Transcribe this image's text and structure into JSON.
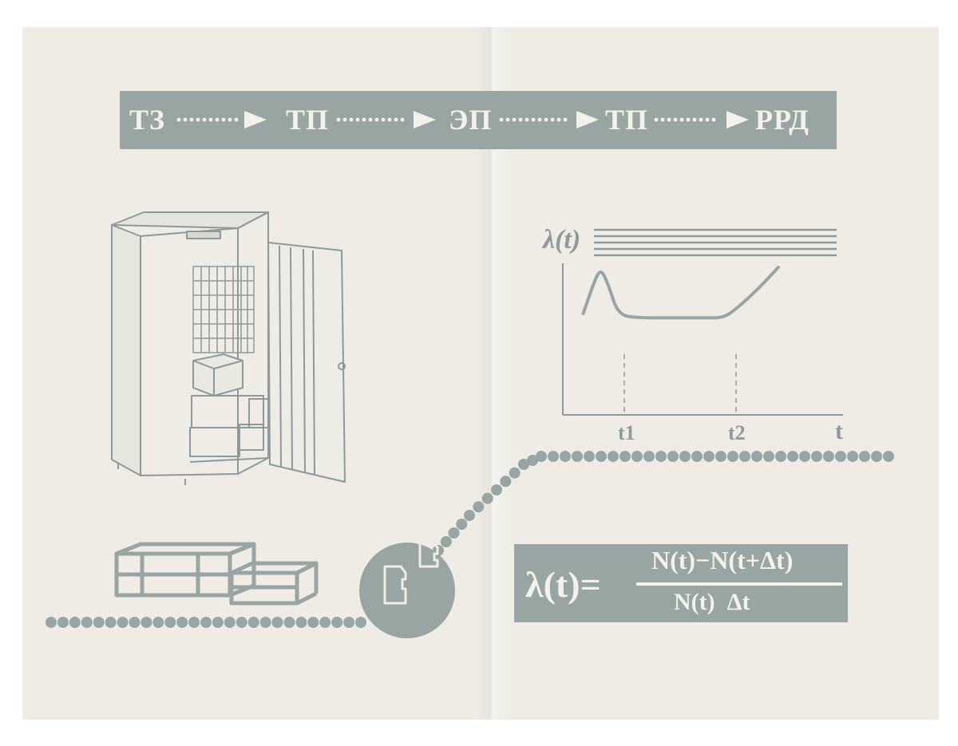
{
  "flow": {
    "steps": [
      "ТЗ",
      "ТП",
      "ЭП",
      "ТП",
      "РРД"
    ]
  },
  "chart_data": {
    "type": "line",
    "title": "",
    "ylabel": "λ(t)",
    "xlabel": "t",
    "x_ticks": [
      "t1",
      "t2"
    ],
    "y_ticks": [],
    "series": [
      {
        "x": [
          0.0,
          0.05,
          0.09,
          0.13,
          0.18,
          0.28,
          0.45,
          0.62,
          0.72,
          0.8,
          0.9,
          1.0
        ],
        "values": [
          0.66,
          0.85,
          0.97,
          0.86,
          0.66,
          0.64,
          0.64,
          0.64,
          0.64,
          0.72,
          0.84,
          0.98
        ]
      }
    ]
  },
  "formula": {
    "lhs": "λ(t)=",
    "numerator": "N(t)−N(t+Δt)",
    "denominator": "N(t)  Δt"
  },
  "colors": {
    "paper": "#eeece5",
    "accent": "#99a5a2",
    "ink": "#8f9a98",
    "text_on_accent": "#f3f1ec"
  }
}
